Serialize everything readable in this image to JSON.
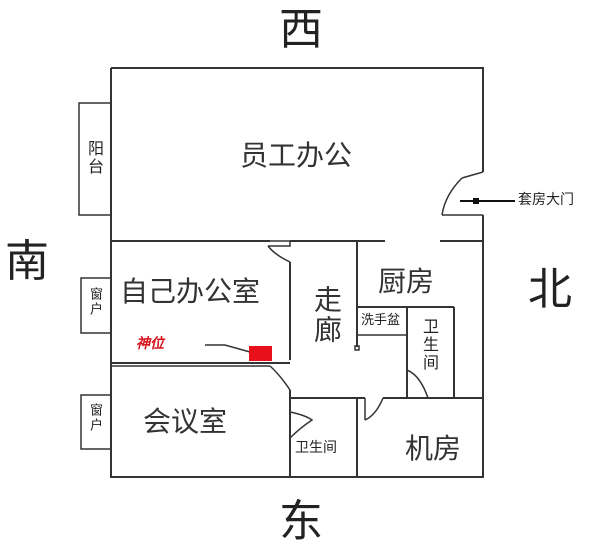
{
  "directions": {
    "top": "西",
    "left": "南",
    "right": "北",
    "bottom": "东"
  },
  "rooms": {
    "staff_office": "员工办公",
    "own_office": "自己办公室",
    "meeting_room": "会议室",
    "corridor": "走廊",
    "kitchen": "厨房",
    "wash_basin": "洗手盆",
    "bathroom_right": "卫生间",
    "bathroom_bottom": "卫生间",
    "server_room": "机房"
  },
  "side_labels": {
    "balcony": "阳台",
    "window_1": "窗户",
    "window_2": "窗户"
  },
  "annotations": {
    "main_door": "套房大门",
    "shrine_position": "神位",
    "marker_color": "#e8101a"
  }
}
